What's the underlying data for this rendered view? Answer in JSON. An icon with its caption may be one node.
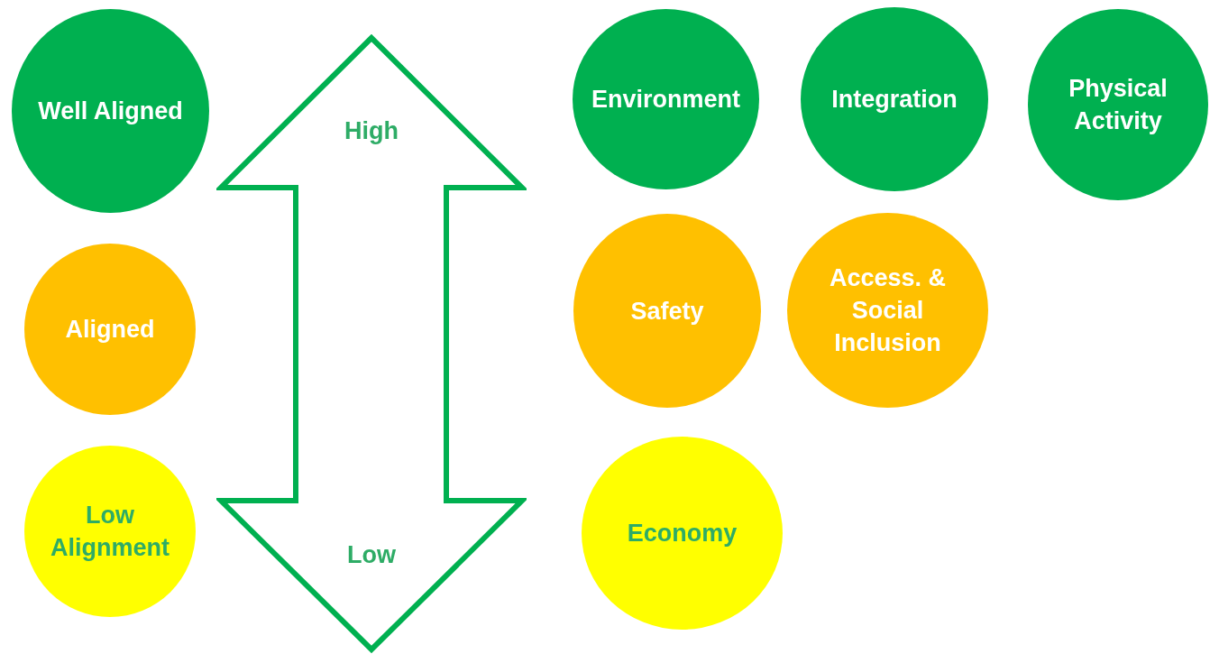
{
  "diagram": {
    "nodes": [
      {
        "text": [
          "Well Aligned"
        ]
      },
      {
        "text": [
          "Aligned"
        ]
      },
      {
        "text": [
          "Low Alignment"
        ]
      },
      {
        "text": [
          "High",
          "Low"
        ]
      },
      {
        "text": [
          "Environment"
        ]
      },
      {
        "text": [
          "Integration"
        ]
      },
      {
        "text": [
          "Physical Activity"
        ]
      },
      {
        "text": [
          "Safety"
        ]
      },
      {
        "text": [
          "Access. & Social Inclusion"
        ]
      },
      {
        "text": [
          "Economy"
        ]
      }
    ]
  }
}
